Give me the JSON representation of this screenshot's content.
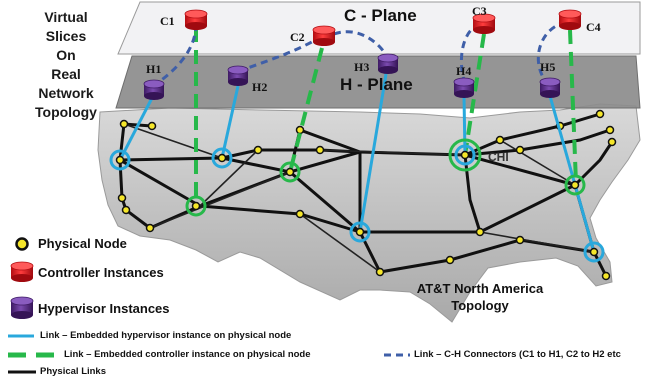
{
  "side_text": [
    "Virtual",
    "Slices",
    "On",
    "Real",
    "Network",
    "Topology"
  ],
  "c_plane": {
    "label": "C - Plane",
    "color": "#f2f2f4"
  },
  "h_plane": {
    "label": "H - Plane",
    "color": "#8c8c8c"
  },
  "controllers": [
    "C1",
    "C2",
    "C3",
    "C4"
  ],
  "hypervisors": [
    "H1",
    "H2",
    "H3",
    "H4",
    "H5"
  ],
  "chi_label": "CHI",
  "legend": {
    "physical_node": "Physical Node",
    "controller_instances": "Controller Instances",
    "hypervisor_instances": "Hypervisor Instances",
    "link_hypervisor": "Link – Embedded hypervisor instance on physical node",
    "link_controller": "Link – Embedded controller instance on physical node",
    "link_ch": "Link – C-H Connectors (C1 to H1, C2 to H2 etc",
    "physical_links": "Physical Links"
  },
  "att_title": [
    "AT&T North America",
    "Topology"
  ],
  "colors": {
    "controller": "#e8141a",
    "hypervisor": "#5c2a8c",
    "physical_node": "#f5e62a",
    "hypervisor_link": "#29a8dc",
    "controller_link": "#27b84a",
    "ch_link": "#3f5fa8",
    "physical_link": "#111111"
  }
}
